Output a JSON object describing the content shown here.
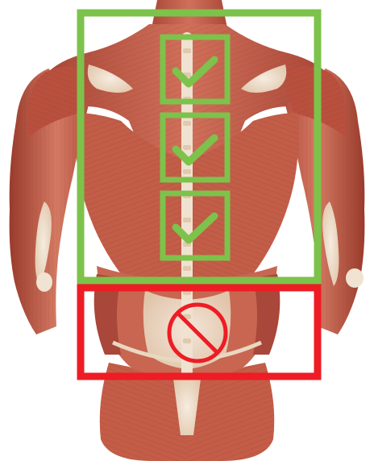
{
  "image": {
    "subject": "anatomical-back-muscles",
    "background": "#ffffff"
  },
  "overlays": {
    "upper_back_zone": {
      "status": "approved",
      "color": "#7dc24b",
      "markers": [
        {
          "icon": "checkmark-icon",
          "state": "ok"
        },
        {
          "icon": "checkmark-icon",
          "state": "ok"
        },
        {
          "icon": "checkmark-icon",
          "state": "ok"
        }
      ]
    },
    "lower_back_zone": {
      "status": "prohibited",
      "color": "#ee1c24",
      "marker": {
        "icon": "prohibited-icon",
        "state": "not-allowed"
      }
    }
  },
  "palette": {
    "muscle_base": "#c7624e",
    "muscle_dark": "#8e3526",
    "muscle_light": "#e49a82",
    "tendon": "#efe0cd",
    "tendon_shadow": "#d8bfa5"
  }
}
